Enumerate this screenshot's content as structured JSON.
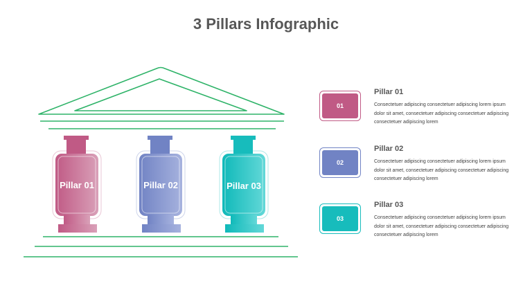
{
  "title": "3 Pillars Infographic",
  "colors": {
    "roof": "#2eb368",
    "pillar1": "#c05a85",
    "pillar2": "#7183c4",
    "pillar3": "#17bcbc",
    "title": "#575757"
  },
  "pillars": [
    {
      "label": "Pillar 01"
    },
    {
      "label": "Pillar 02"
    },
    {
      "label": "Pillar 03"
    }
  ],
  "items": [
    {
      "number": "01",
      "title": "Pillar 01",
      "text": "Consectetuer adipiscing consectetuer adipiscing lorem ipsum dolor sit amet, consectetuer adipiscing consectetuer adipiscing consectetuer adipiscing lorem"
    },
    {
      "number": "02",
      "title": "Pillar 02",
      "text": "Consectetuer adipiscing consectetuer adipiscing lorem ipsum dolor sit amet, consectetuer adipiscing consectetuer adipiscing consectetuer adipiscing lorem"
    },
    {
      "number": "03",
      "title": "Pillar 03",
      "text": "Consectetuer adipiscing consectetuer adipiscing lorem ipsum dolor sit amet, consectetuer adipiscing consectetuer adipiscing consectetuer adipiscing lorem"
    }
  ]
}
